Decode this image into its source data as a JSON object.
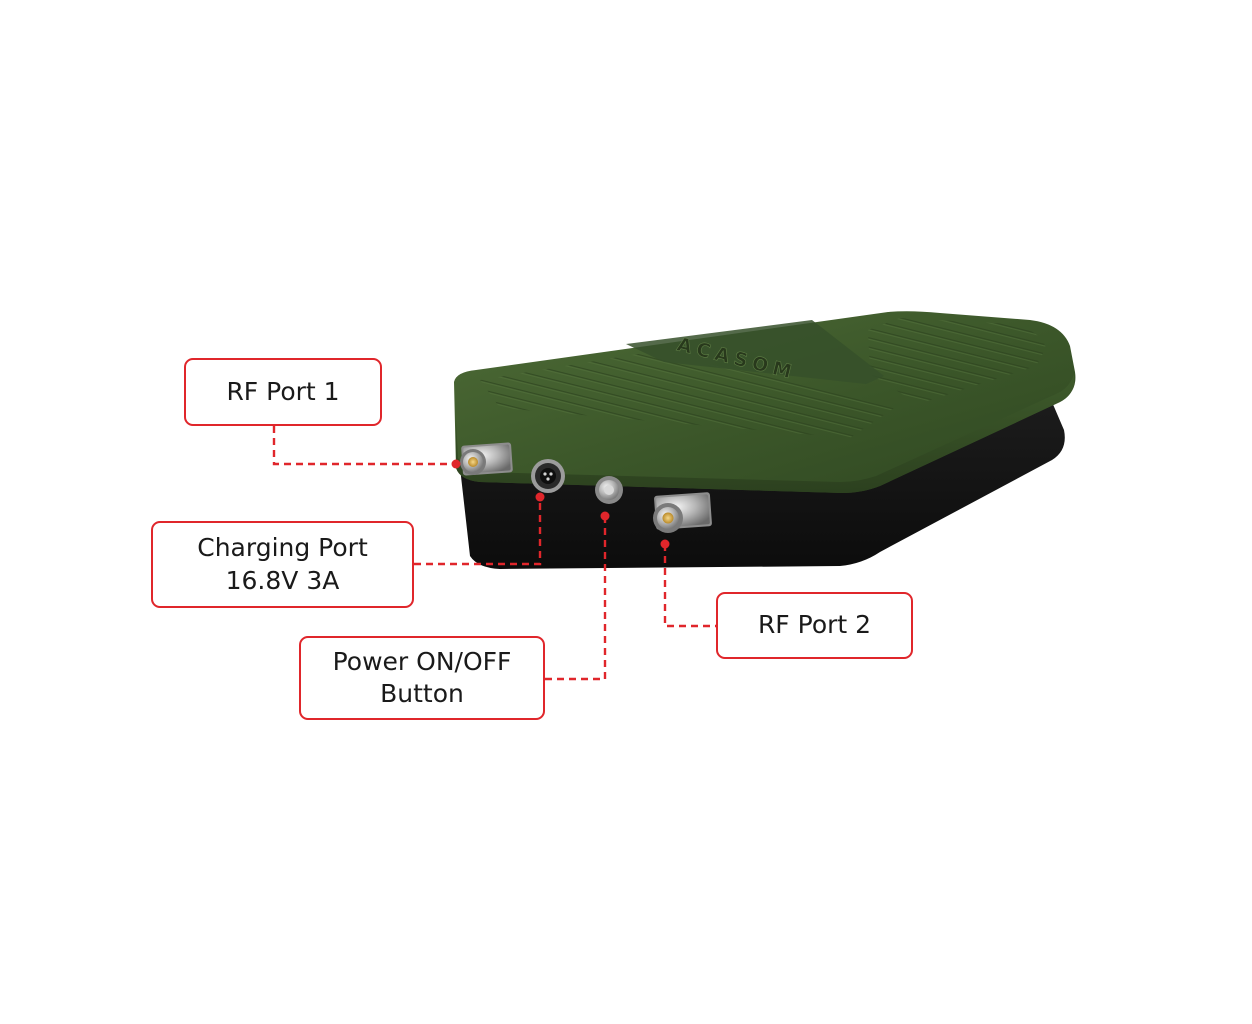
{
  "device": {
    "brand": "ACASOM",
    "body_color": "#3d5a2c",
    "base_color": "#141414"
  },
  "callouts": {
    "rf_port_1": {
      "label": "RF Port 1"
    },
    "charging_port": {
      "line1": "Charging Port",
      "line2": "16.8V 3A"
    },
    "power_button": {
      "line1": "Power ON/OFF",
      "line2": "Button"
    },
    "rf_port_2": {
      "label": "RF Port 2"
    }
  },
  "colors": {
    "callout_accent": "#e0262b"
  }
}
